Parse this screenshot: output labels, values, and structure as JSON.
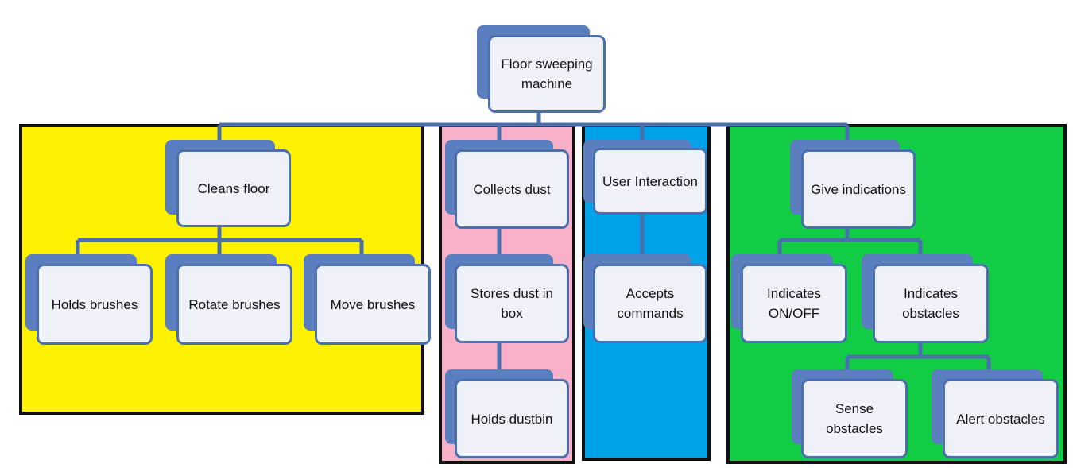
{
  "diagram": {
    "root": "Floor sweeping machine",
    "cleans": {
      "title": "Cleans floor",
      "children": [
        "Holds brushes",
        "Rotate brushes",
        "Move brushes"
      ]
    },
    "collects": {
      "title": "Collects dust",
      "children": [
        "Stores dust in box",
        "Holds dustbin"
      ]
    },
    "user": {
      "title": "User Interaction",
      "children": [
        "Accepts commands"
      ]
    },
    "indications": {
      "title": "Give indications",
      "children": [
        "Indicates ON/OFF",
        "Indicates obstacles"
      ],
      "obstacles": [
        "Sense obstacles",
        "Alert obstacles"
      ]
    }
  },
  "colors": {
    "cleans_region": "#fff200",
    "collects_region": "#f8b0c8",
    "user_region": "#00a2e8",
    "indications_region": "#11cc44",
    "node_back": "#5b7fbe",
    "node_border": "#4a6fae",
    "node_fill": "#eef1f7"
  }
}
